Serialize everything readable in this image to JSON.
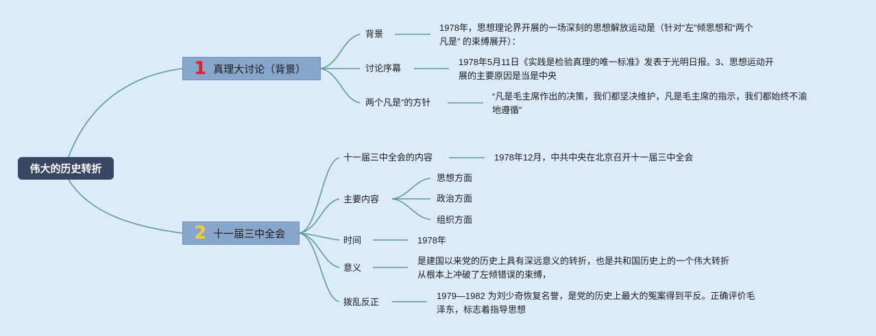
{
  "root": {
    "label": "伟大的历史转折"
  },
  "branches": [
    {
      "number": "1",
      "label": "真理大讨论（背景）",
      "topics": [
        {
          "label": "背景",
          "detail_lines": [
            "1978年，思想理论界开展的一场深刻的思想解放运动是（针对“左”倾思想和“两个",
            "凡是” 的束缚展开）："
          ]
        },
        {
          "label": "讨论序幕",
          "detail_lines": [
            "1978年5月11日《实践是检验真理的唯一标准》发表于光明日报。3、思想运动开",
            "展的主要原因是当是中央"
          ]
        },
        {
          "label": "两个凡是”的方针",
          "detail_lines": [
            "“凡是毛主席作出的决策，我们都坚决维护，凡是毛主席的指示，我们都始终不渝",
            "地遵循”"
          ]
        }
      ]
    },
    {
      "number": "2",
      "label": "十一届三中全会",
      "topics": [
        {
          "label": "十一届三中全会的内容",
          "detail_lines": [
            "1978年12月，中共中央在北京召开十一届三中全会"
          ]
        },
        {
          "label": "主要内容",
          "children": [
            "思想方面",
            "政治方面",
            "组织方面"
          ]
        },
        {
          "label": "时间",
          "detail_lines": [
            "1978年"
          ]
        },
        {
          "label": "意义",
          "detail_lines": [
            "是建国以来党的历史上具有深远意义的转折，也是共和国历史上的一个伟大转折",
            "从根本上冲破了左倾错误的束缚，"
          ]
        },
        {
          "label": "拨乱反正",
          "detail_lines": [
            "1979—1982 为刘少奇恢复名誉，是党的历史上最大的冤案得到平反。正确评价毛",
            "泽东，标志着指导思想"
          ]
        }
      ]
    }
  ],
  "colors": {
    "background": "#dcebf9",
    "connector": "#5a9a94",
    "root_fill": "#3a4763",
    "branch_fill": "#88a6cb",
    "badge1": "#d8232a",
    "badge2": "#f5cd35"
  }
}
